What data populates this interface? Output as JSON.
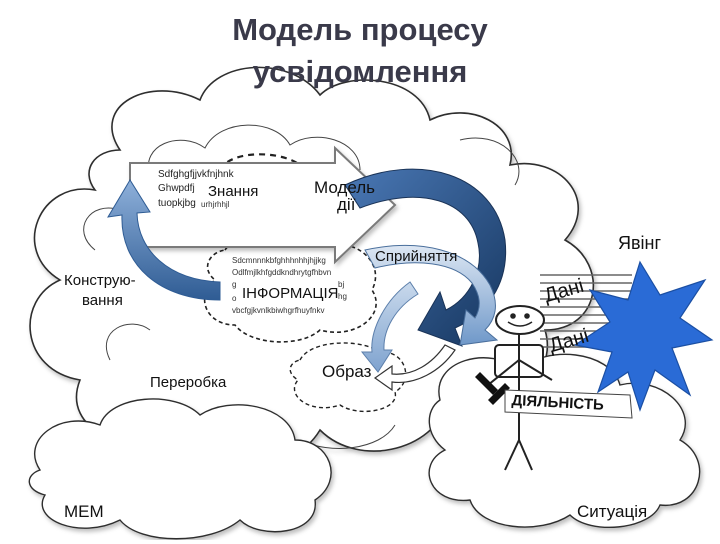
{
  "title": {
    "line1": "Модель процесу",
    "line2": "усвідомлення"
  },
  "knowledge_box": {
    "filler1": "Sdfghgfjjvkfnjhnk",
    "filler2": "Ghwpdfj",
    "filler3": "tuopkjbg",
    "filler3b": "urhjrhhjl",
    "label": "Знання"
  },
  "model_label": {
    "line1": "Модель",
    "line2": "дії"
  },
  "construct_label": {
    "line1": "Конструю-",
    "line2": "вання"
  },
  "information": {
    "filler1": "Sdcmnnnkbfghhhnhhjhjjkg",
    "filler2": "Odlfmjlkhfgddkndhrytgfhbvn",
    "filler3": "g",
    "filler4": "bj",
    "filler5": "hg",
    "filler6": "vbcfgjkvnlkbiwhgrfhuyfnkv",
    "filler7": "o",
    "label": "ІНФОРМАЦІЯ"
  },
  "labels": {
    "perception": "Сприйняття",
    "phenomenon": "Явінг",
    "data1": "Дані",
    "data2": "Дані",
    "processing": "Переробка",
    "image": "Образ",
    "activity": "ДІЯЛЬНІСТЬ",
    "mem": "МЕМ",
    "situation": "Ситуація"
  },
  "colors": {
    "arrow_dark": "#1f3f6e",
    "arrow_mid": "#4f7fb8",
    "arrow_light": "#9cb9dc",
    "burst": "#2a6bd6",
    "cloud_stroke": "#333333"
  }
}
